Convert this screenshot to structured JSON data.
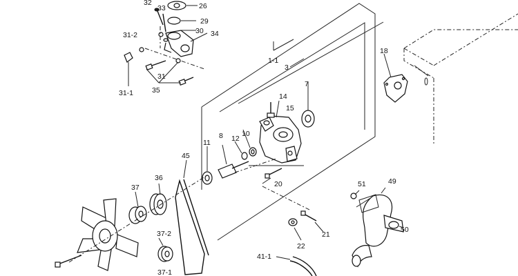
{
  "diagram": {
    "callouts": {
      "c26": "26",
      "c29": "29",
      "c30": "30",
      "c32": "32",
      "c33": "33",
      "c34": "34",
      "c31_2": "31-2",
      "c31": "31",
      "c31_1": "31-1",
      "c35": "35",
      "c1_1": "1-1",
      "c3": "3",
      "c7": "7",
      "c18": "18",
      "c14": "14",
      "c15": "15",
      "c8": "8",
      "c10": "10",
      "c11": "11",
      "c12": "12",
      "c20": "20",
      "c45": "45",
      "c36": "36",
      "c37": "37",
      "c37_2": "37-2",
      "c37_1": "37-1",
      "c21": "21",
      "c22": "22",
      "c41_1": "41-1",
      "c49": "49",
      "c51": "51",
      "c50": "50"
    }
  }
}
